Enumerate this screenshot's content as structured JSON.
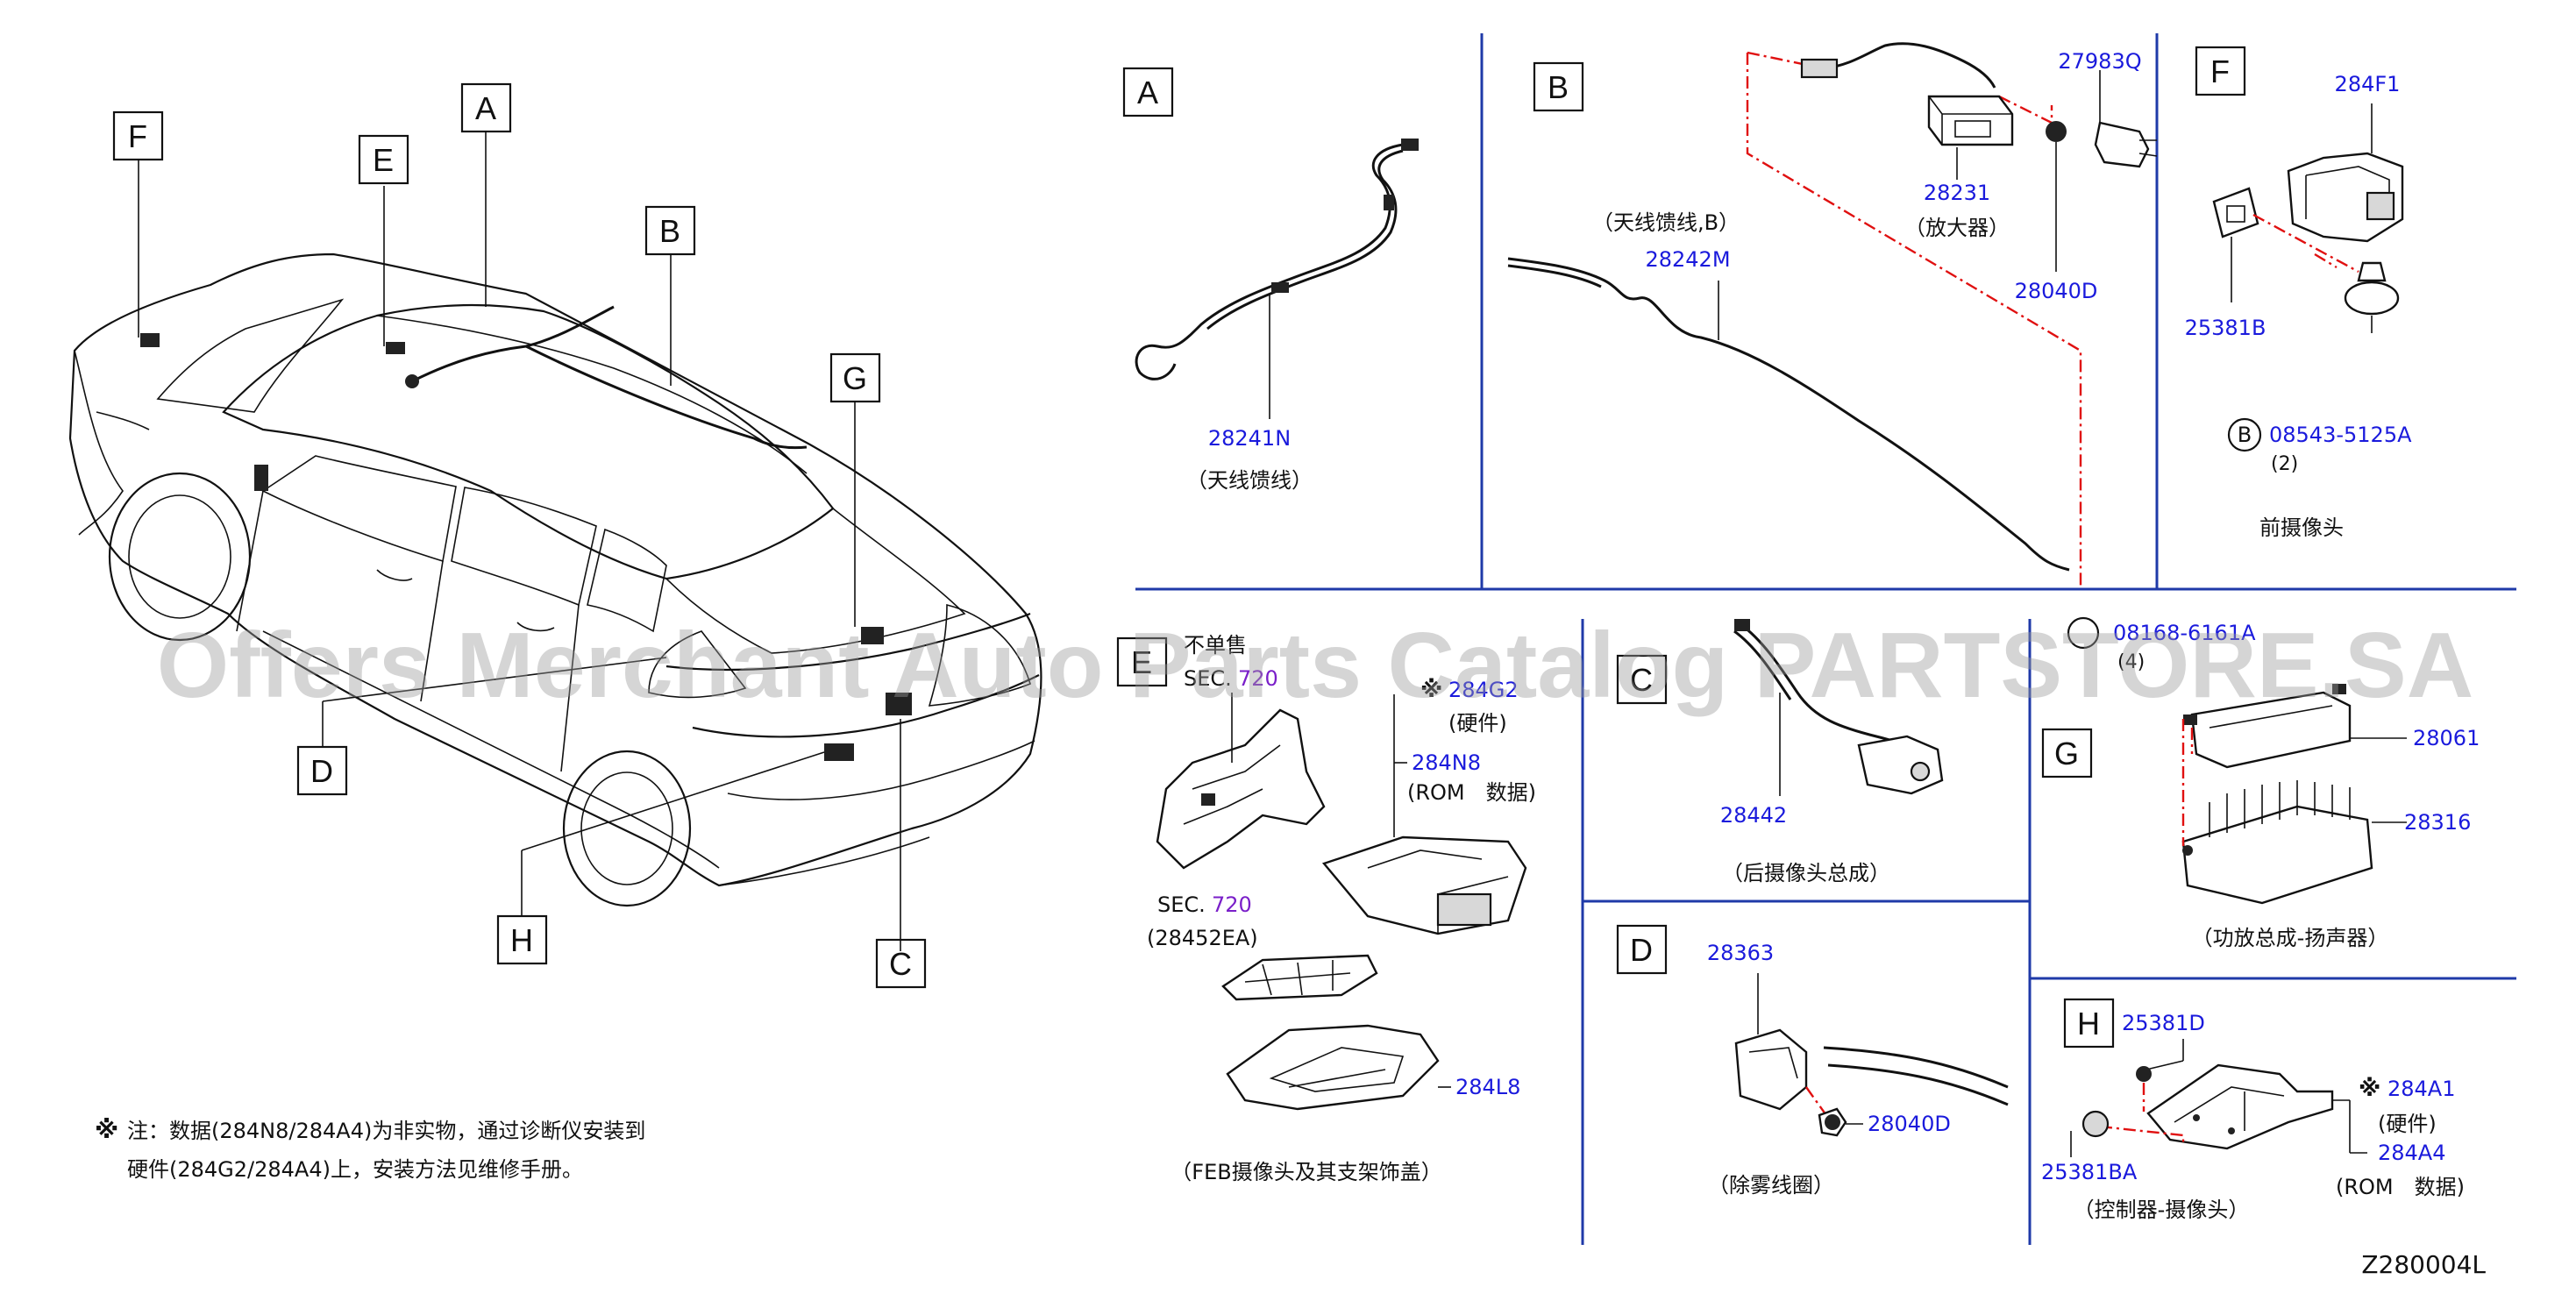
{
  "view_letters": [
    "A",
    "B",
    "C",
    "D",
    "E",
    "F",
    "G",
    "H"
  ],
  "panels": {
    "A": {
      "letter": "A",
      "part_number": "28241N",
      "name": "（天线馈线）"
    },
    "B": {
      "letter": "B",
      "cable_label": "（天线馈线,B）",
      "cable_part": "28242M",
      "amp_part": "28231",
      "amp_name": "（放大器）",
      "connector_part": "27983Q",
      "screw_part": "28040D"
    },
    "F": {
      "letter": "F",
      "bracket_part": "284F1",
      "clip_part": "25381B",
      "bolt_circle": "B",
      "bolt_part": "08543-5125A",
      "bolt_qty": "(2)",
      "name": "前摄像头"
    },
    "E": {
      "letter": "E",
      "note1": "不单售",
      "sec1_prefix": "SEC.",
      "sec1_num": "720",
      "mark": "※",
      "hw_part": "284G2",
      "hw_name": "(硬件)",
      "rom_part": "284N8",
      "rom_name": "(ROM　数据)",
      "sec2_prefix": "SEC.",
      "sec2_num": "720",
      "sec2_code": "(28452EA)",
      "cover_part": "284L8",
      "name": "（FEB摄像头及其支架饰盖）"
    },
    "C": {
      "letter": "C",
      "part_number": "28442",
      "name": "（后摄像头总成）"
    },
    "D": {
      "letter": "D",
      "part_number": "28363",
      "screw_part": "28040D",
      "name": "（除雾线圈）"
    },
    "G": {
      "letter": "G",
      "bolt_part": "08168-6161A",
      "bolt_qty": "(4)",
      "top_part": "28061",
      "unit_part": "28316",
      "name": "（功放总成-扬声器）"
    },
    "H": {
      "letter": "H",
      "clip_top": "25381D",
      "clip_bottom": "25381BA",
      "mark": "※",
      "hw_part": "284A1",
      "hw_name": "(硬件)",
      "rom_part": "284A4",
      "rom_name": "(ROM　数据)",
      "name": "（控制器-摄像头）"
    }
  },
  "footnote": {
    "mark": "※",
    "line1": "注：数据(284N8/284A4)为非实物，通过诊断仪安装到",
    "line2": "硬件(284G2/284A4)上，安装方法见维修手册。"
  },
  "diagram_code": "Z280004L",
  "watermark": "Offers Merchant Auto Parts Catalog PARTSTORE.SA",
  "colors": {
    "part_number": "#1a1adc",
    "divider": "#1f3aa8",
    "leader_dash": "#e01010",
    "sec_number": "#7a1fc9"
  }
}
